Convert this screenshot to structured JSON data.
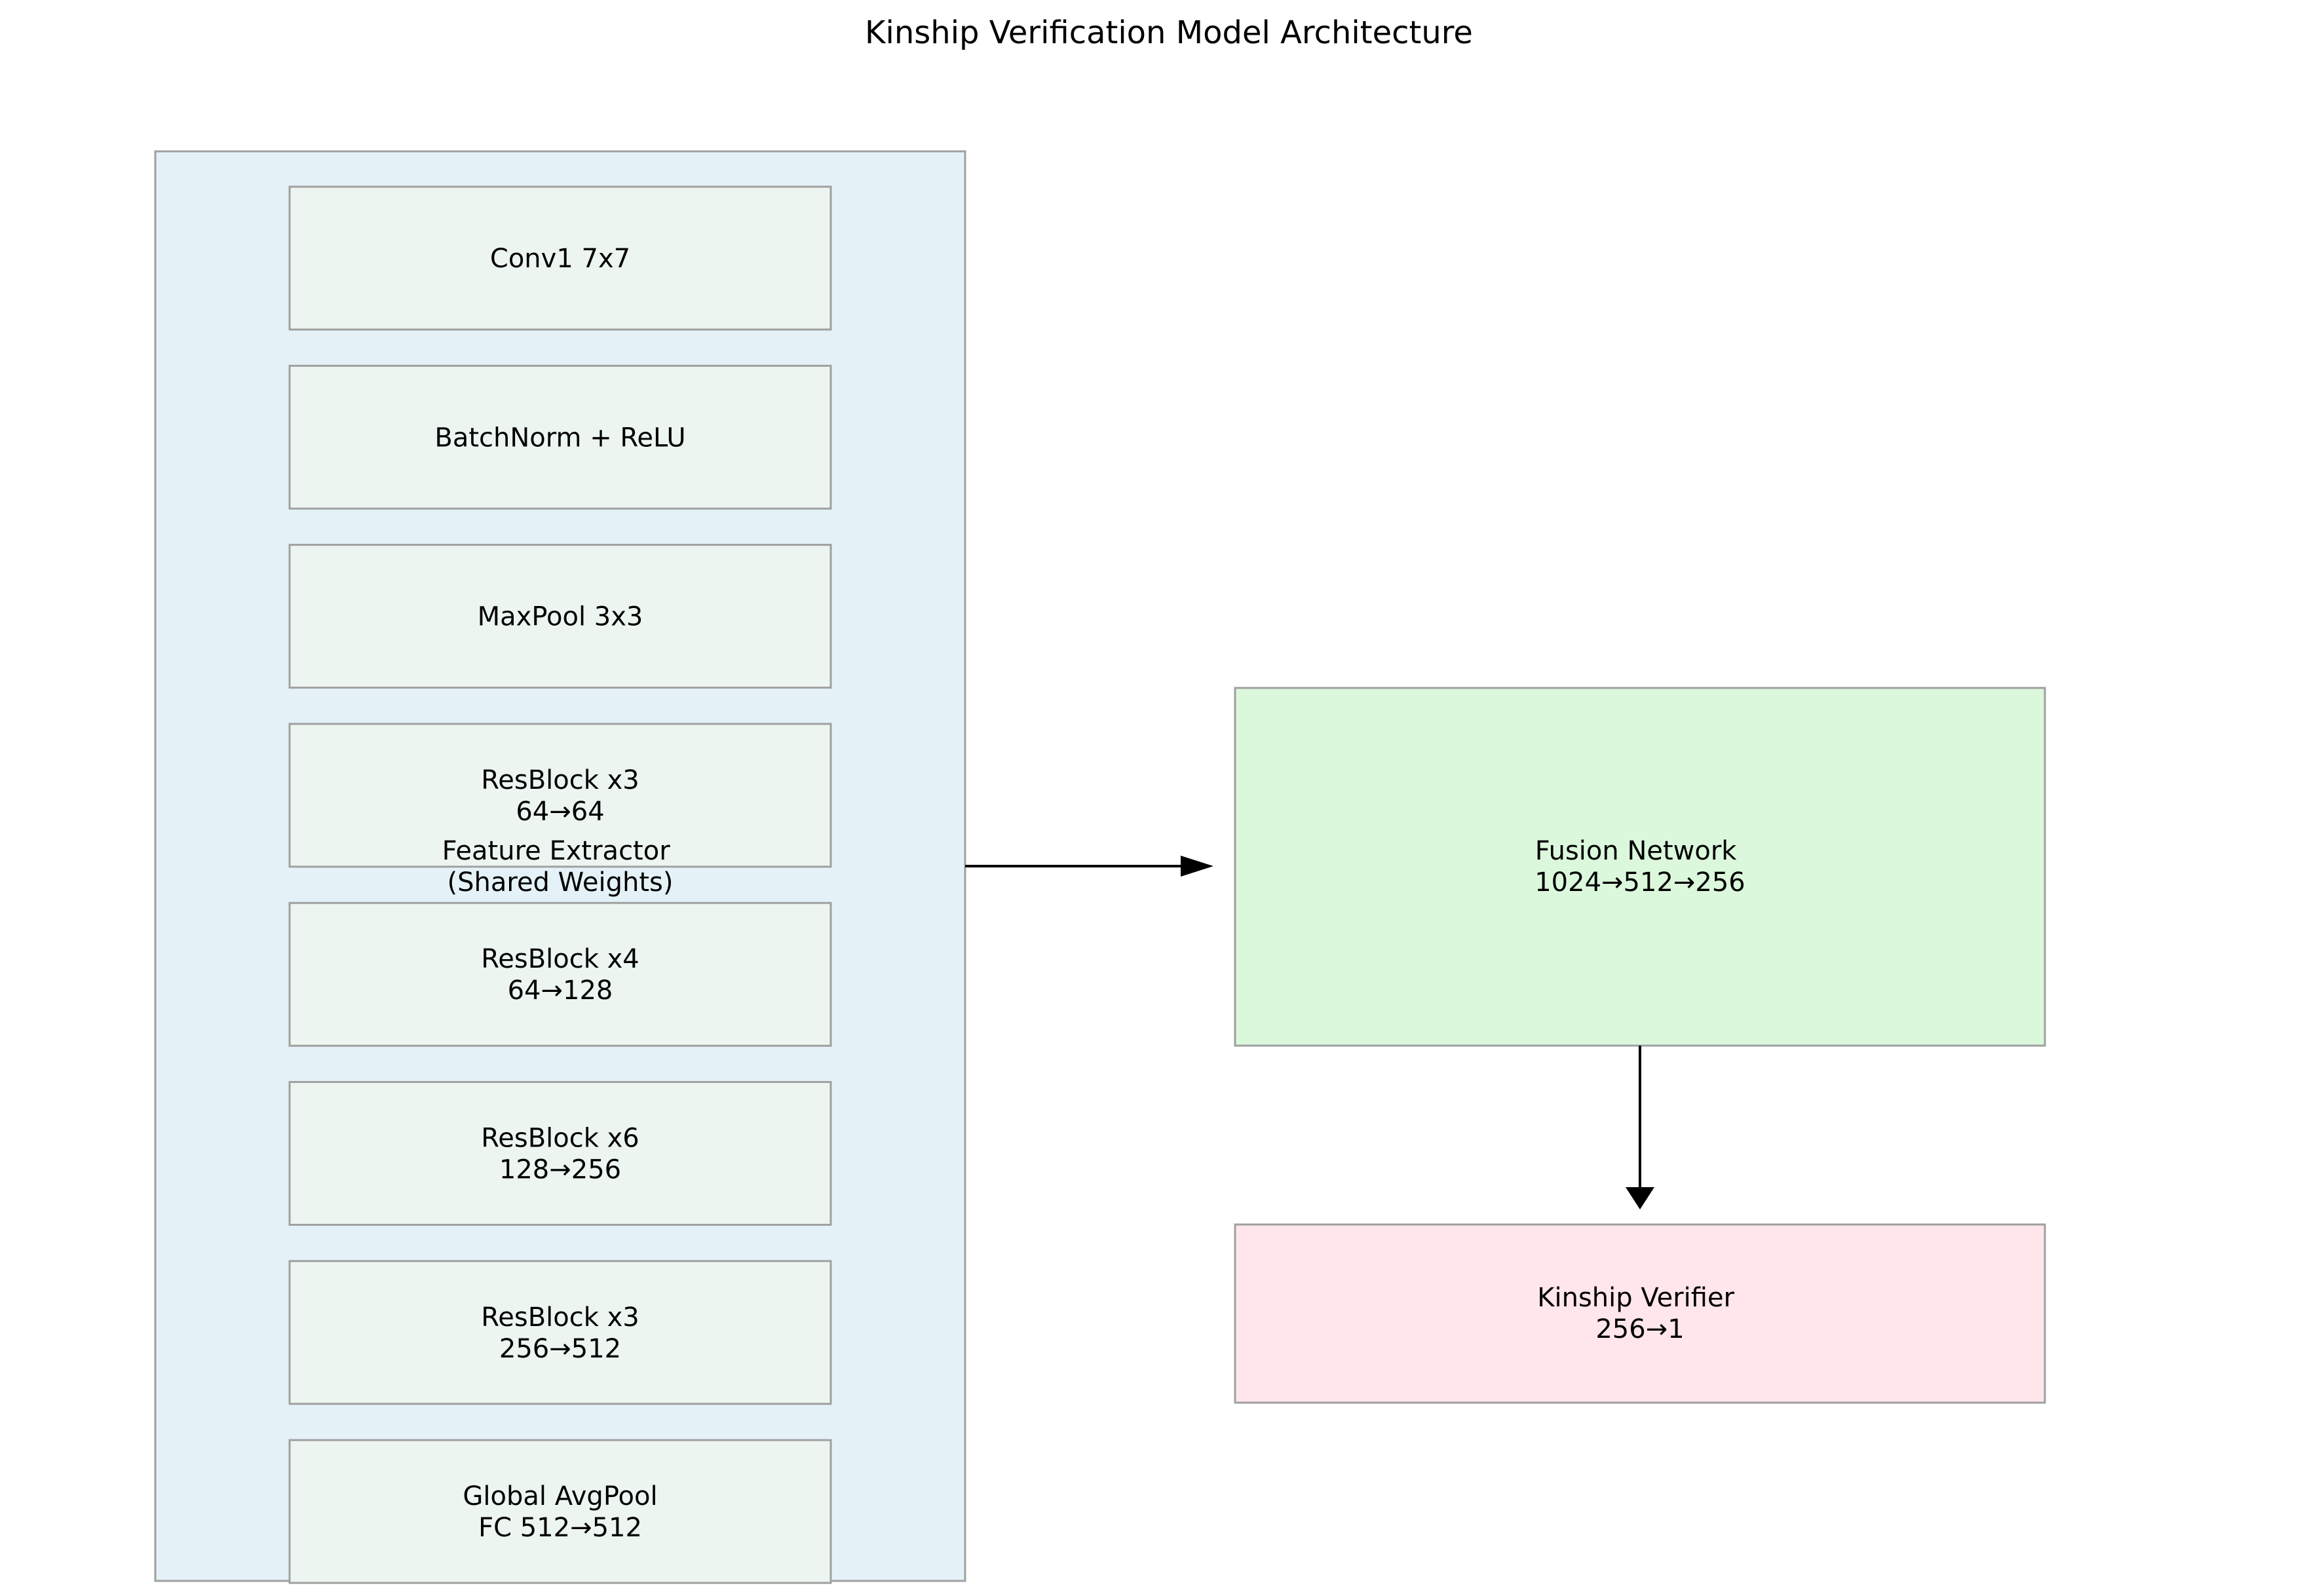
{
  "title": "Kinship Verification Model Architecture",
  "feature_extractor": {
    "label_lines": [
      "Feature Extractor",
      "(Shared Weights)"
    ],
    "color": "#e4f2f8",
    "layers": [
      {
        "lines": [
          "Conv1 7x7"
        ]
      },
      {
        "lines": [
          "BatchNorm + ReLU"
        ]
      },
      {
        "lines": [
          "MaxPool 3x3"
        ]
      },
      {
        "lines": [
          "ResBlock x3",
          "64→64"
        ]
      },
      {
        "lines": [
          "ResBlock x4",
          "64→128"
        ]
      },
      {
        "lines": [
          "ResBlock x6",
          "128→256"
        ]
      },
      {
        "lines": [
          "ResBlock x3",
          "256→512"
        ]
      },
      {
        "lines": [
          "Global AvgPool",
          "FC 512→512"
        ]
      }
    ],
    "layer_color": "#ecf5f0"
  },
  "fusion_network": {
    "lines": [
      "Fusion Network",
      "1024→512→256"
    ],
    "color": "#dbf8dc"
  },
  "kinship_verifier": {
    "lines": [
      "Kinship Verifier",
      "256→1"
    ],
    "color": "#fee6ea"
  },
  "edges": [
    {
      "from": "feature_extractor",
      "to": "fusion_network"
    },
    {
      "from": "fusion_network",
      "to": "kinship_verifier"
    }
  ],
  "colors": {
    "border": "#a0a0a0",
    "arrow": "#000000"
  }
}
